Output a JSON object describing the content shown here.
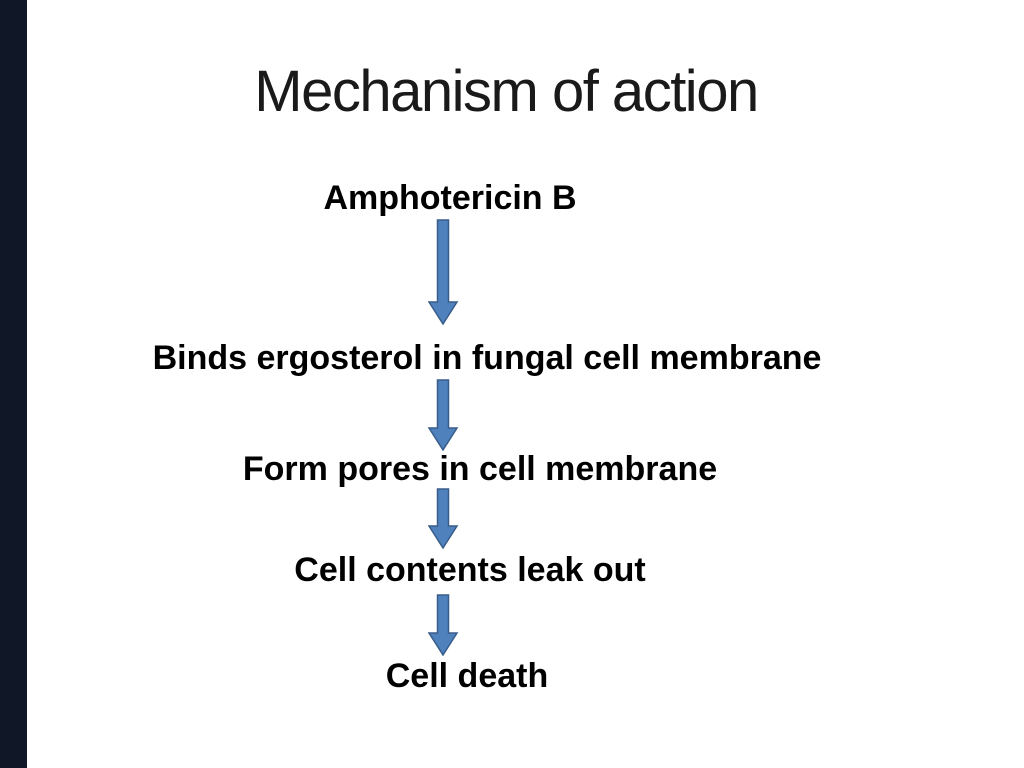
{
  "slide": {
    "title": "Mechanism of action",
    "flow_nodes": [
      "Amphotericin B",
      "Binds ergosterol in fungal cell membrane",
      "Form pores in cell membrane",
      "Cell contents leak out",
      "Cell death"
    ]
  },
  "icons": {
    "arrow": "down-arrow-icon"
  },
  "colors": {
    "left_bar": "#101726",
    "title_text": "#1a1a1a",
    "body_text": "#000000",
    "arrow_fill": "#4f81bd",
    "arrow_border": "#385d8a"
  }
}
